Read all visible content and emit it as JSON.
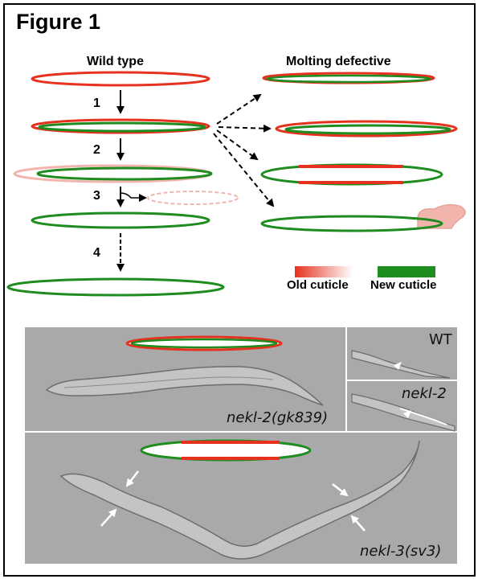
{
  "figure": {
    "title": "Figure 1",
    "wild_type_heading": "Wild type",
    "molting_heading": "Molting defective",
    "steps": [
      "1",
      "2",
      "3",
      "4"
    ],
    "legend": {
      "old": "Old cuticle",
      "new": "New cuticle"
    },
    "panels": {
      "nekl2": "nekl-2(gk839)",
      "nekl3": "nekl-3(sv3)",
      "wt_inset": "WT",
      "nekl2_inset": "nekl-2"
    },
    "colors": {
      "old_cuticle": "#e5311e",
      "new_cuticle": "#1e8c1e",
      "shed": "#f2b5ae"
    }
  }
}
